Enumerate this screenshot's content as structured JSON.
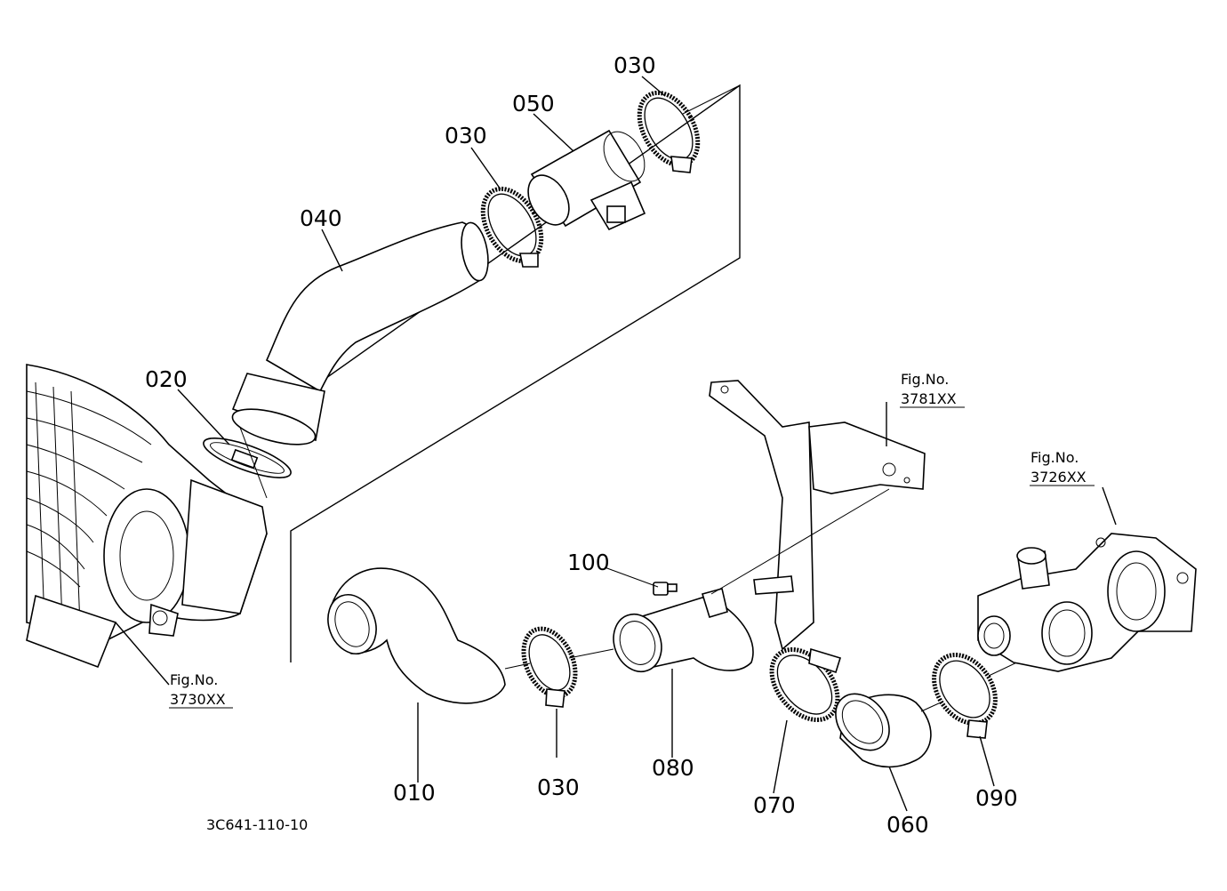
{
  "parts": {
    "p010": "010",
    "p020": "020",
    "p030_top_right": "030",
    "p030_top_left": "030",
    "p030_bottom": "030",
    "p040": "040",
    "p050": "050",
    "p060": "060",
    "p070": "070",
    "p080": "080",
    "p090": "090",
    "p100": "100"
  },
  "refs": {
    "r3781": {
      "label": "Fig.No.",
      "number": "3781XX"
    },
    "r3726": {
      "label": "Fig.No.",
      "number": "3726XX"
    },
    "r3730": {
      "label": "Fig.No.",
      "number": "3730XX"
    }
  },
  "drawing_code": "3C641-110-10"
}
